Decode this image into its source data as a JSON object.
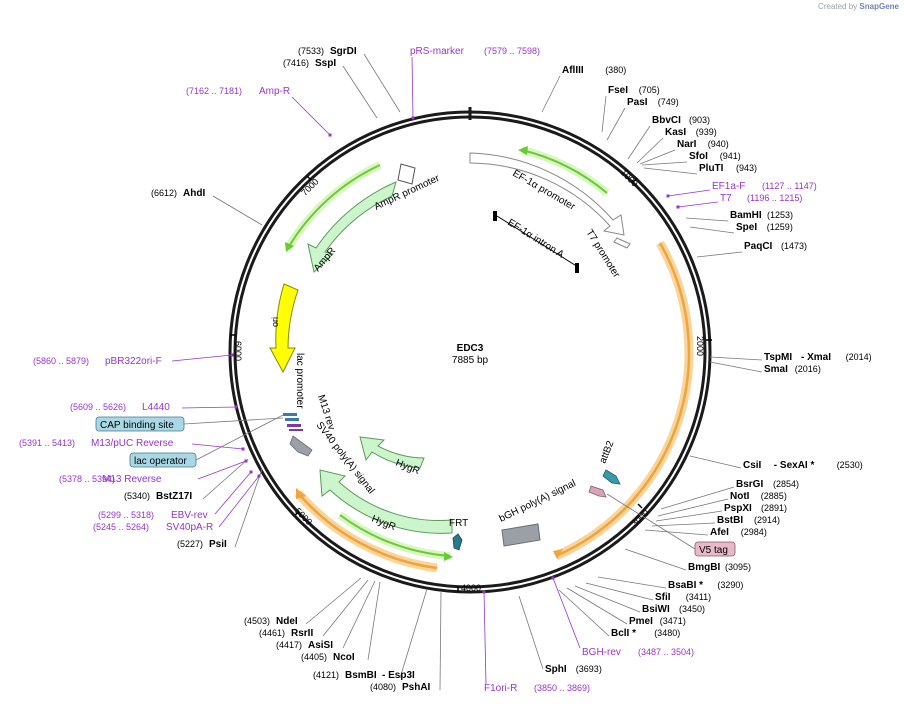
{
  "watermark": {
    "prefix": "Created by",
    "brand": "SnapGene"
  },
  "plasmid": {
    "name": "EDC3",
    "length_label": "7885 bp",
    "length": 7885
  },
  "ticks": [
    "1000",
    "2000",
    "3000",
    "4000",
    "5000",
    "6000",
    "7000"
  ],
  "enzymes": [
    {
      "name": "AflIII",
      "pos": "(380)"
    },
    {
      "name": "FseI",
      "pos": "(705)"
    },
    {
      "name": "PasI",
      "pos": "(749)"
    },
    {
      "name": "BbvCI",
      "pos": "(903)"
    },
    {
      "name": "KasI",
      "pos": "(939)"
    },
    {
      "name": "NarI",
      "pos": "(940)"
    },
    {
      "name": "SfoI",
      "pos": "(941)"
    },
    {
      "name": "PluTI",
      "pos": "(943)"
    },
    {
      "name": "BamHI",
      "pos": "(1253)"
    },
    {
      "name": "SpeI",
      "pos": "(1259)"
    },
    {
      "name": "PaqCI",
      "pos": "(1473)"
    },
    {
      "name": "TspMI",
      "name2": "- XmaI",
      "pos": "(2014)"
    },
    {
      "name": "SmaI",
      "pos": "(2016)"
    },
    {
      "name": "CsiI",
      "name2": "- SexAI *",
      "pos": "(2530)"
    },
    {
      "name": "BsrGI",
      "pos": "(2854)"
    },
    {
      "name": "NotI",
      "pos": "(2885)"
    },
    {
      "name": "PspXI",
      "pos": "(2891)"
    },
    {
      "name": "BstBI",
      "pos": "(2914)"
    },
    {
      "name": "AfeI",
      "pos": "(2984)"
    },
    {
      "name": "BmgBI",
      "pos": "(3095)"
    },
    {
      "name": "BsaBI *",
      "pos": "(3290)"
    },
    {
      "name": "SfiI",
      "pos": "(3411)"
    },
    {
      "name": "BsiWI",
      "pos": "(3450)"
    },
    {
      "name": "PmeI",
      "pos": "(3471)"
    },
    {
      "name": "BclI *",
      "pos": "(3480)"
    },
    {
      "name": "SphI",
      "pos": "(3693)"
    },
    {
      "name": "PshAI",
      "pos": "(4080)"
    },
    {
      "name": "BsmBI",
      "name2": "- Esp3I",
      "pos": "(4121)"
    },
    {
      "name": "NcoI",
      "pos": "(4405)"
    },
    {
      "name": "AsiSI",
      "pos": "(4417)"
    },
    {
      "name": "RsrII",
      "pos": "(4461)"
    },
    {
      "name": "NdeI",
      "pos": "(4503)"
    },
    {
      "name": "PsiI",
      "pos": "(5227)"
    },
    {
      "name": "BstZ17I",
      "pos": "(5340)"
    },
    {
      "name": "AhdI",
      "pos": "(6612)"
    },
    {
      "name": "SspI",
      "pos": "(7416)"
    },
    {
      "name": "SgrDI",
      "pos": "(7533)"
    }
  ],
  "primers": [
    {
      "name": "pRS-marker",
      "range": "(7579 .. 7598)"
    },
    {
      "name": "Amp-R",
      "range": "(7162 .. 7181)"
    },
    {
      "name": "EF1a-F",
      "range": "(1127 .. 1147)"
    },
    {
      "name": "T7",
      "range": "(1196 .. 1215)"
    },
    {
      "name": "pBR322ori-F",
      "range": "(5860 .. 5879)"
    },
    {
      "name": "L4440",
      "range": "(5609 .. 5626)"
    },
    {
      "name": "M13/pUC Reverse",
      "range": "(5391 .. 5413)"
    },
    {
      "name": "M13 Reverse",
      "range": "(5378 .. 5394)"
    },
    {
      "name": "EBV-rev",
      "range": "(5299 .. 5318)"
    },
    {
      "name": "SV40pA-R",
      "range": "(5245 .. 5264)"
    },
    {
      "name": "BGH-rev",
      "range": "(3487 .. 3504)"
    },
    {
      "name": "F1ori-R",
      "range": "(3850 .. 3869)"
    }
  ],
  "boxed_labels": {
    "cap_site": "CAP binding site",
    "lac_operator": "lac operator",
    "v5_tag": "V5 tag"
  },
  "features": {
    "ef1a_promoter": "EF-1α promoter",
    "ef1a_intron": "EF-1α intron A",
    "t7_promoter": "T7 promoter",
    "ampr_promoter": "AmpR promoter",
    "ampr": "AmpR",
    "ori": "ori",
    "lac_promoter": "lac promoter",
    "m13_rev": "M13 rev",
    "sv40_polya": "SV40 poly(A) signal",
    "hygr_1": "HygR",
    "hygr_2": "HygR",
    "frt": "FRT",
    "bgh_polya": "bGH poly(A) signal",
    "attb2": "attB2"
  },
  "colors": {
    "backbone": "#1a1a1a",
    "primer": "#9933cc",
    "arrow_fill": "#ccf5cc",
    "arrow_stroke": "#5a9a5a",
    "primer_bar": "#66cc33",
    "orf_bar": "#f2a33a",
    "ori_fill": "#ffff00",
    "box_blue": "#a8d8e6",
    "box_pink": "#e6b8c8"
  }
}
